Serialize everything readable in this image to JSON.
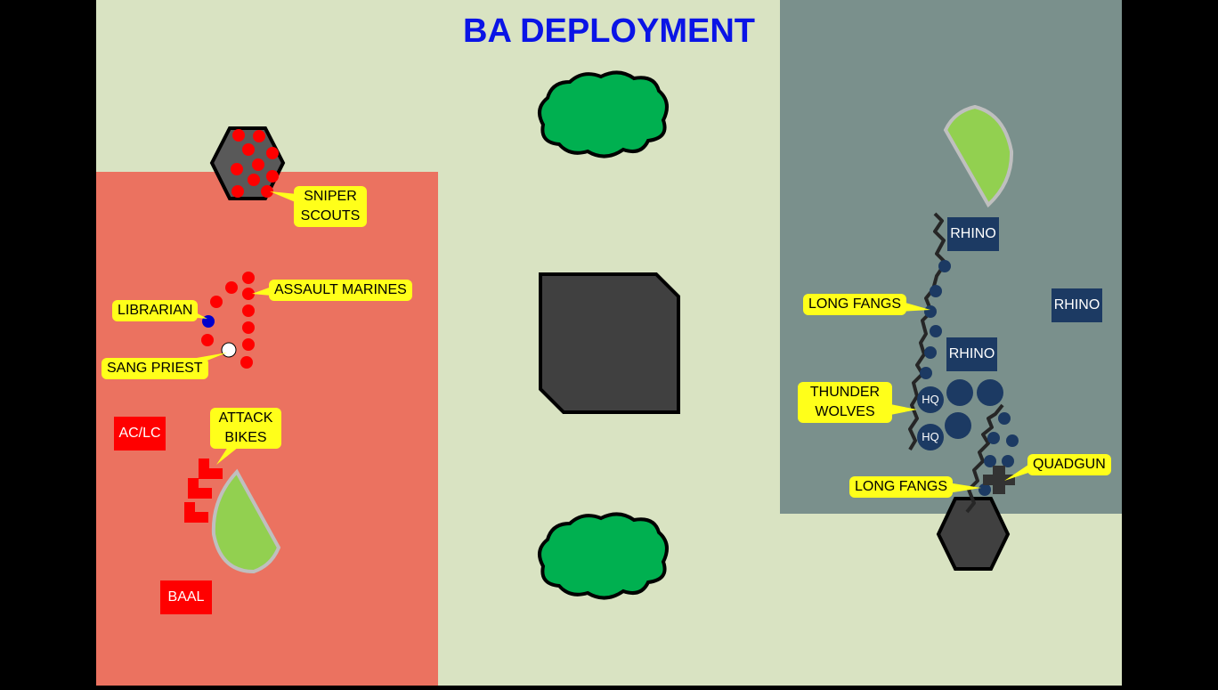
{
  "title": "BA DEPLOYMENT",
  "colors": {
    "board": "#d9e3c2",
    "ba_zone": "#eb7260",
    "sw_zone": "#7a908c",
    "ba_unit": "#ff0000",
    "sw_unit": "#1c3a63",
    "forest": "#00b050",
    "hill": "#92d050",
    "ruin": "#404040",
    "callout": "#ffff1a"
  },
  "labels": {
    "sniper_scouts": [
      "SNIPER",
      "SCOUTS"
    ],
    "assault_marines": "ASSAULT MARINES",
    "librarian": "LIBRARIAN",
    "sang_priest": "SANG PRIEST",
    "attack_bikes": [
      "ATTACK",
      "BIKES"
    ],
    "long_fangs_1": "LONG FANGS",
    "thunder_wolves": [
      "THUNDER",
      "WOLVES"
    ],
    "quadgun": "QUADGUN",
    "long_fangs_2": "LONG FANGS"
  },
  "vehicles": {
    "ac_lc": "AC/LC",
    "baal": "BAAL",
    "rhino_1": "RHINO",
    "rhino_2": "RHINO",
    "rhino_3": "RHINO"
  },
  "hq_tokens": [
    "HQ",
    "HQ"
  ]
}
